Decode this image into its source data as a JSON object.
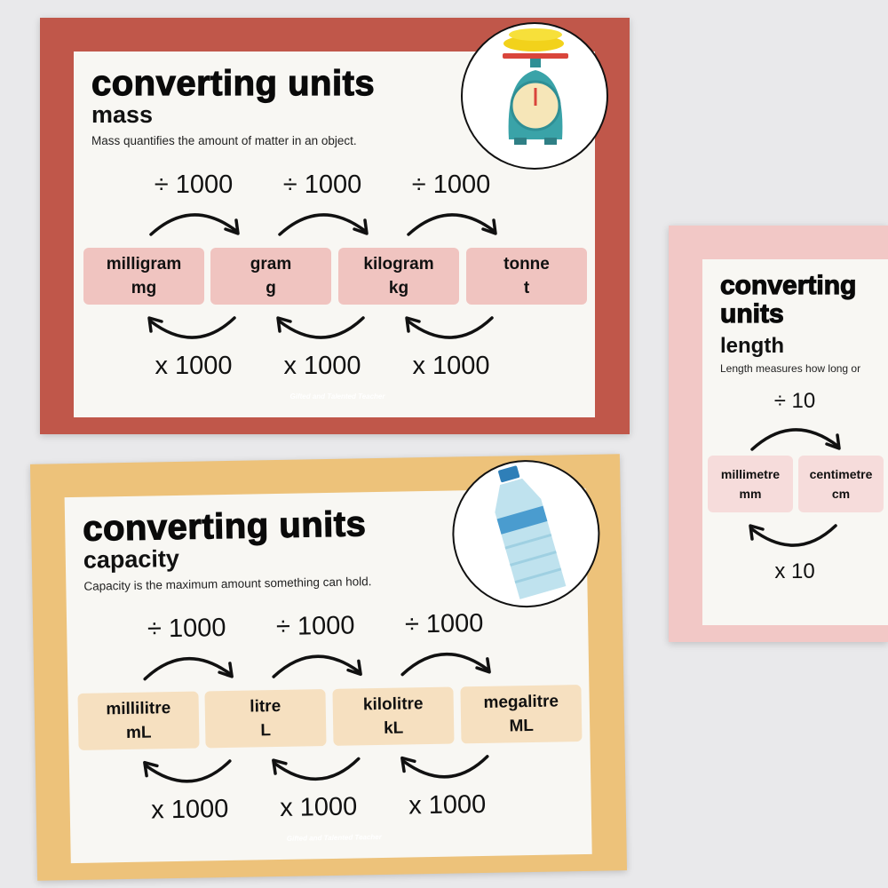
{
  "posters": [
    {
      "id": "mass",
      "title": "converting units",
      "subtitle": "mass",
      "description": "Mass quantifies the amount of matter in an object.",
      "border_color": "#c0574a",
      "box_color": "#f0c4c0",
      "icon": "kitchen-scale-with-bananas-icon",
      "divide_labels": [
        "÷ 1000",
        "÷ 1000",
        "÷ 1000"
      ],
      "multiply_labels": [
        "x 1000",
        "x 1000",
        "x 1000"
      ],
      "units": [
        {
          "name": "milligram",
          "symbol": "mg"
        },
        {
          "name": "gram",
          "symbol": "g"
        },
        {
          "name": "kilogram",
          "symbol": "kg"
        },
        {
          "name": "tonne",
          "symbol": "t"
        }
      ],
      "logo": "Gifted and Talented Teacher"
    },
    {
      "id": "capacity",
      "title": "converting units",
      "subtitle": "capacity",
      "description": "Capacity is the maximum amount something can hold.",
      "border_color": "#edc27a",
      "box_color": "#f6e0c0",
      "icon": "water-bottle-icon",
      "divide_labels": [
        "÷ 1000",
        "÷ 1000",
        "÷ 1000"
      ],
      "multiply_labels": [
        "x 1000",
        "x 1000",
        "x 1000"
      ],
      "units": [
        {
          "name": "millilitre",
          "symbol": "mL"
        },
        {
          "name": "litre",
          "symbol": "L"
        },
        {
          "name": "kilolitre",
          "symbol": "kL"
        },
        {
          "name": "megalitre",
          "symbol": "ML"
        }
      ],
      "logo": "Gifted and Talented Teacher"
    },
    {
      "id": "length",
      "title": "converting units",
      "subtitle": "length",
      "description": "Length measures how long or",
      "border_color": "#f2c8c6",
      "box_color": "#f6dcdb",
      "icon": "",
      "divide_labels": [
        "÷ 10"
      ],
      "multiply_labels": [
        "x 10"
      ],
      "units": [
        {
          "name": "millimetre",
          "symbol": "mm"
        },
        {
          "name": "centimetre",
          "symbol": "cm"
        }
      ],
      "logo": ""
    }
  ]
}
